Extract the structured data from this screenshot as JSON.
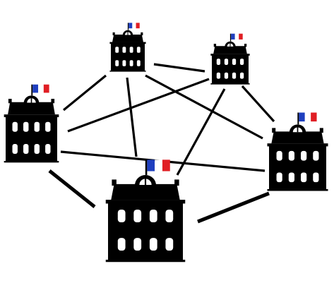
{
  "colors": {
    "background": "#ffffff",
    "building": "#000000",
    "window": "#ffffff",
    "link": "#000000",
    "flag_blue": "#1f3fbf",
    "flag_white": "#ffffff",
    "flag_red": "#e01e24"
  },
  "nodes": [
    {
      "id": "building-top-left",
      "icon": "town-hall-icon",
      "flag": "french-flag-icon"
    },
    {
      "id": "building-top-right",
      "icon": "town-hall-icon",
      "flag": "french-flag-icon"
    },
    {
      "id": "building-left",
      "icon": "town-hall-icon",
      "flag": "french-flag-icon"
    },
    {
      "id": "building-right",
      "icon": "town-hall-icon",
      "flag": "french-flag-icon"
    },
    {
      "id": "building-bottom-center",
      "icon": "town-hall-icon",
      "flag": "french-flag-icon"
    }
  ],
  "links": [
    {
      "from": "building-top-left",
      "to": "building-top-right"
    },
    {
      "from": "building-top-left",
      "to": "building-left"
    },
    {
      "from": "building-top-left",
      "to": "building-right"
    },
    {
      "from": "building-top-left",
      "to": "building-bottom-center"
    },
    {
      "from": "building-top-right",
      "to": "building-left"
    },
    {
      "from": "building-top-right",
      "to": "building-right"
    },
    {
      "from": "building-top-right",
      "to": "building-bottom-center"
    },
    {
      "from": "building-left",
      "to": "building-right"
    },
    {
      "from": "building-left",
      "to": "building-bottom-center"
    },
    {
      "from": "building-right",
      "to": "building-bottom-center"
    }
  ]
}
